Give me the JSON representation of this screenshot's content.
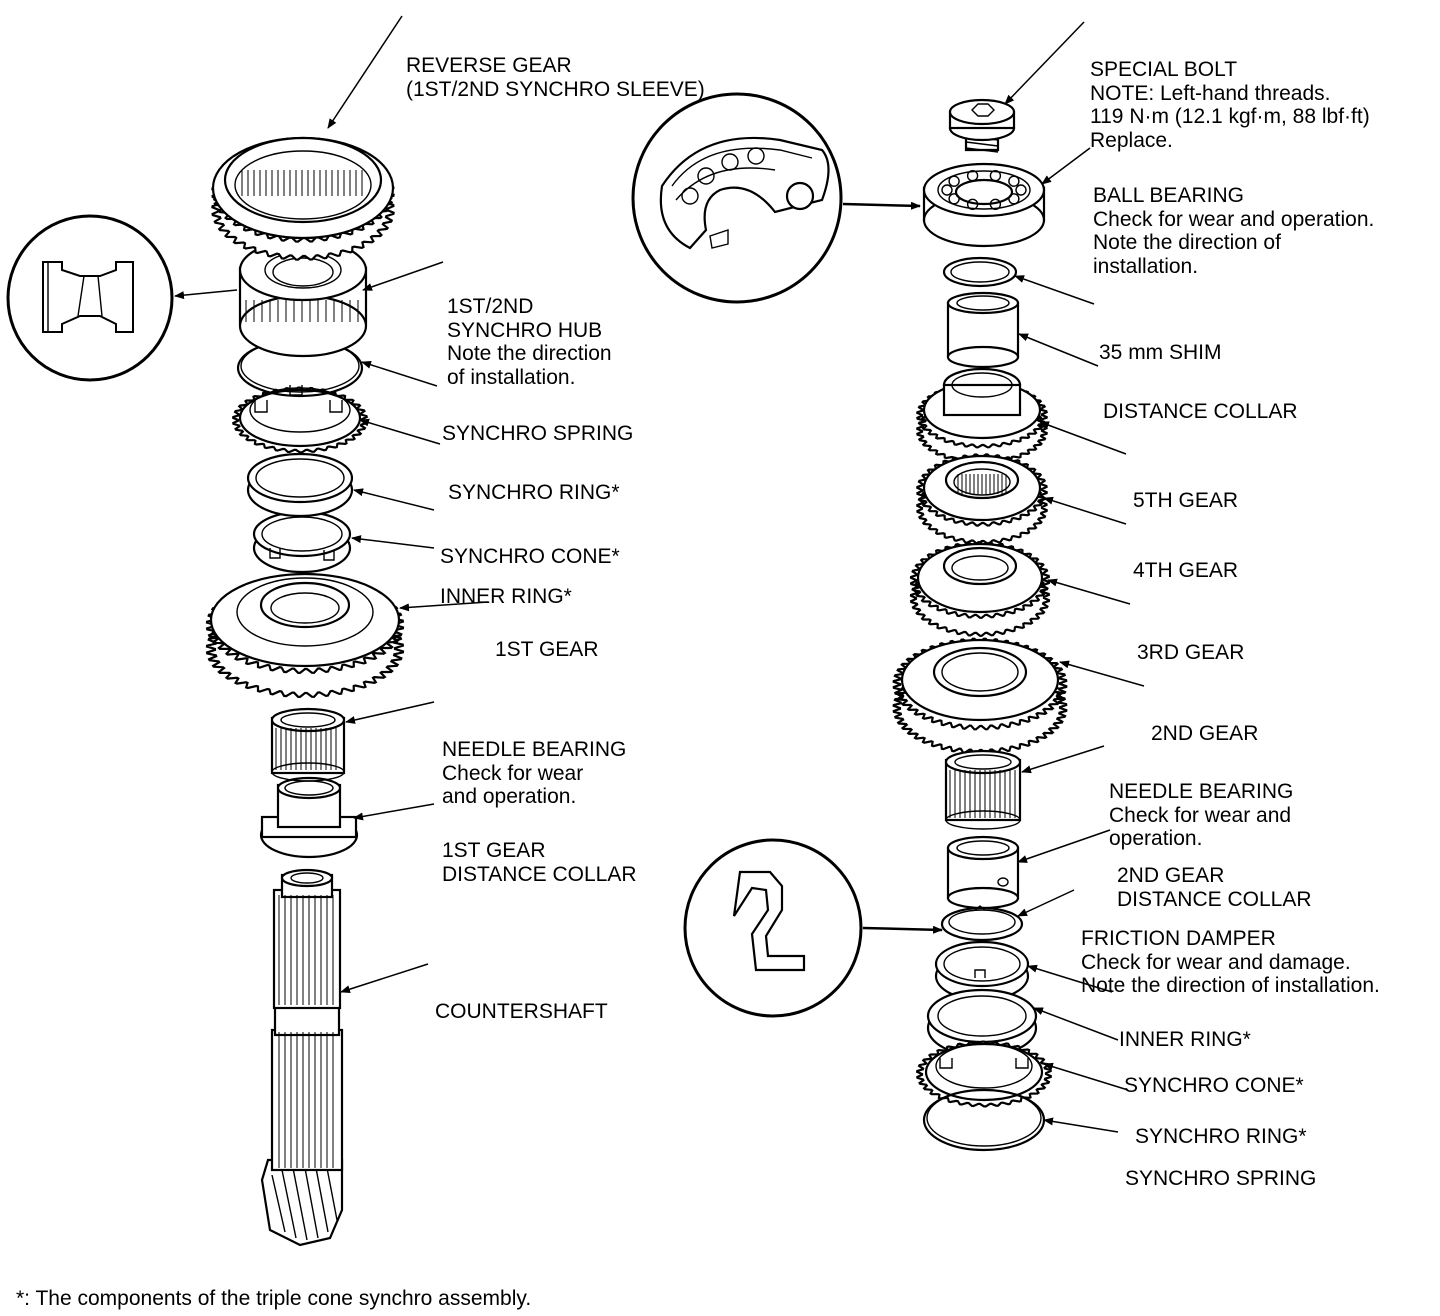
{
  "left_labels": {
    "reverse_gear": [
      "REVERSE GEAR",
      "(1ST/2ND SYNCHRO SLEEVE)"
    ],
    "synchro_hub": [
      "1ST/2ND",
      "SYNCHRO HUB",
      "Note the direction",
      "of installation."
    ],
    "synchro_spring": [
      "SYNCHRO SPRING"
    ],
    "synchro_ring": [
      "SYNCHRO RING*"
    ],
    "synchro_cone": [
      "SYNCHRO CONE*"
    ],
    "inner_ring": [
      "INNER RING*"
    ],
    "first_gear": [
      "1ST GEAR"
    ],
    "needle_bearing": [
      "NEEDLE BEARING",
      "Check for wear",
      "and operation."
    ],
    "first_gear_collar": [
      "1ST GEAR",
      "DISTANCE COLLAR"
    ],
    "countershaft": [
      "COUNTERSHAFT"
    ]
  },
  "right_labels": {
    "special_bolt": [
      "SPECIAL BOLT",
      "NOTE: Left-hand threads.",
      "119 N·m (12.1 kgf·m, 88 lbf·ft)",
      "Replace."
    ],
    "ball_bearing": [
      "BALL BEARING",
      "Check for wear and operation.",
      "Note the direction of",
      "installation."
    ],
    "shim": [
      "35 mm SHIM"
    ],
    "distance_collar": [
      "DISTANCE COLLAR"
    ],
    "fifth_gear": [
      "5TH GEAR"
    ],
    "fourth_gear": [
      "4TH GEAR"
    ],
    "third_gear": [
      "3RD GEAR"
    ],
    "second_gear": [
      "2ND GEAR"
    ],
    "needle_bearing": [
      "NEEDLE BEARING",
      "Check for wear and",
      "operation."
    ],
    "second_gear_collar": [
      "2ND GEAR",
      "DISTANCE COLLAR"
    ],
    "friction_damper": [
      "FRICTION DAMPER",
      "Check for wear and damage.",
      "Note the direction of installation."
    ],
    "inner_ring": [
      "INNER RING*"
    ],
    "synchro_cone": [
      "SYNCHRO CONE*"
    ],
    "synchro_ring": [
      "SYNCHRO RING*"
    ],
    "synchro_spring": [
      "SYNCHRO SPRING"
    ]
  },
  "footnote": "*: The components of the triple cone synchro assembly."
}
